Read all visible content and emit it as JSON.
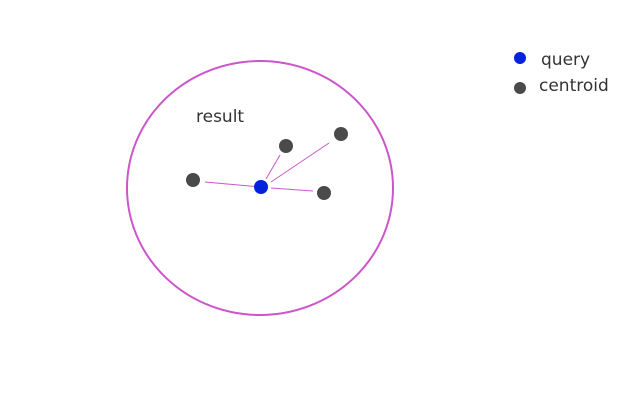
{
  "diagram": {
    "region_label": "result",
    "legend": {
      "query_label": "query",
      "centroid_label": "centroid"
    },
    "colors": {
      "query": "#0022dd",
      "centroid": "#4a4a4a",
      "boundary": "#cc55cc",
      "links": "#cc55cc",
      "text": "#333333"
    }
  }
}
